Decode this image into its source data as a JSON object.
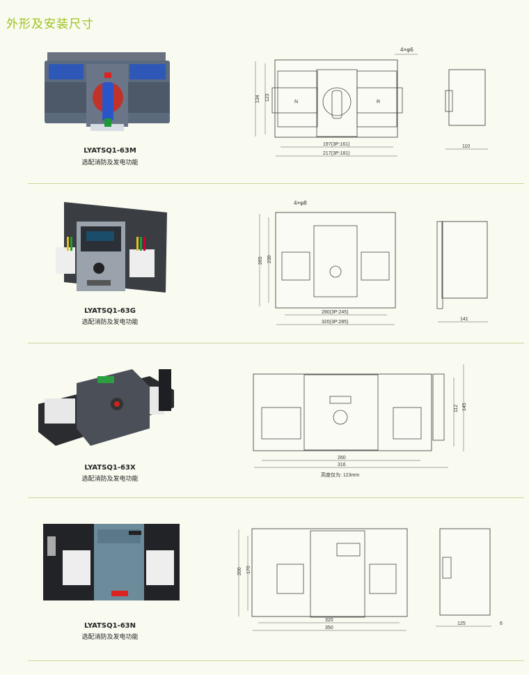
{
  "page_title": "外形及安装尺寸",
  "products": [
    {
      "model": "LYATSQ1-63M",
      "subtitle": "选配消防及发电功能",
      "drawing": {
        "holes": "4×φ6",
        "height_outer": "134",
        "height_inner": "123",
        "width_inner": "197(3P:161)",
        "width_outer": "217(3P:181)",
        "depth": "110",
        "label_left": "N",
        "label_right": "R"
      }
    },
    {
      "model": "LYATSQ1-63G",
      "subtitle": "选配消防及发电功能",
      "drawing": {
        "holes": "4×φ8",
        "height_outer": "265",
        "height_inner": "230",
        "width_inner": "280(3P:245)",
        "width_outer": "320(3P:285)",
        "depth": "141"
      }
    },
    {
      "model": "LYATSQ1-63X",
      "subtitle": "选配消防及发电功能",
      "drawing": {
        "width_inner": "260",
        "width_outer": "316",
        "height_inner": "112",
        "height_outer": "145",
        "note": "高度仅为: 123mm"
      }
    },
    {
      "model": "LYATSQ1-63N",
      "subtitle": "选配消防及发电功能",
      "drawing": {
        "height_outer": "200",
        "height_inner": "170",
        "width_inner": "320",
        "width_outer": "350",
        "depth": "125",
        "offset": "6"
      }
    }
  ]
}
